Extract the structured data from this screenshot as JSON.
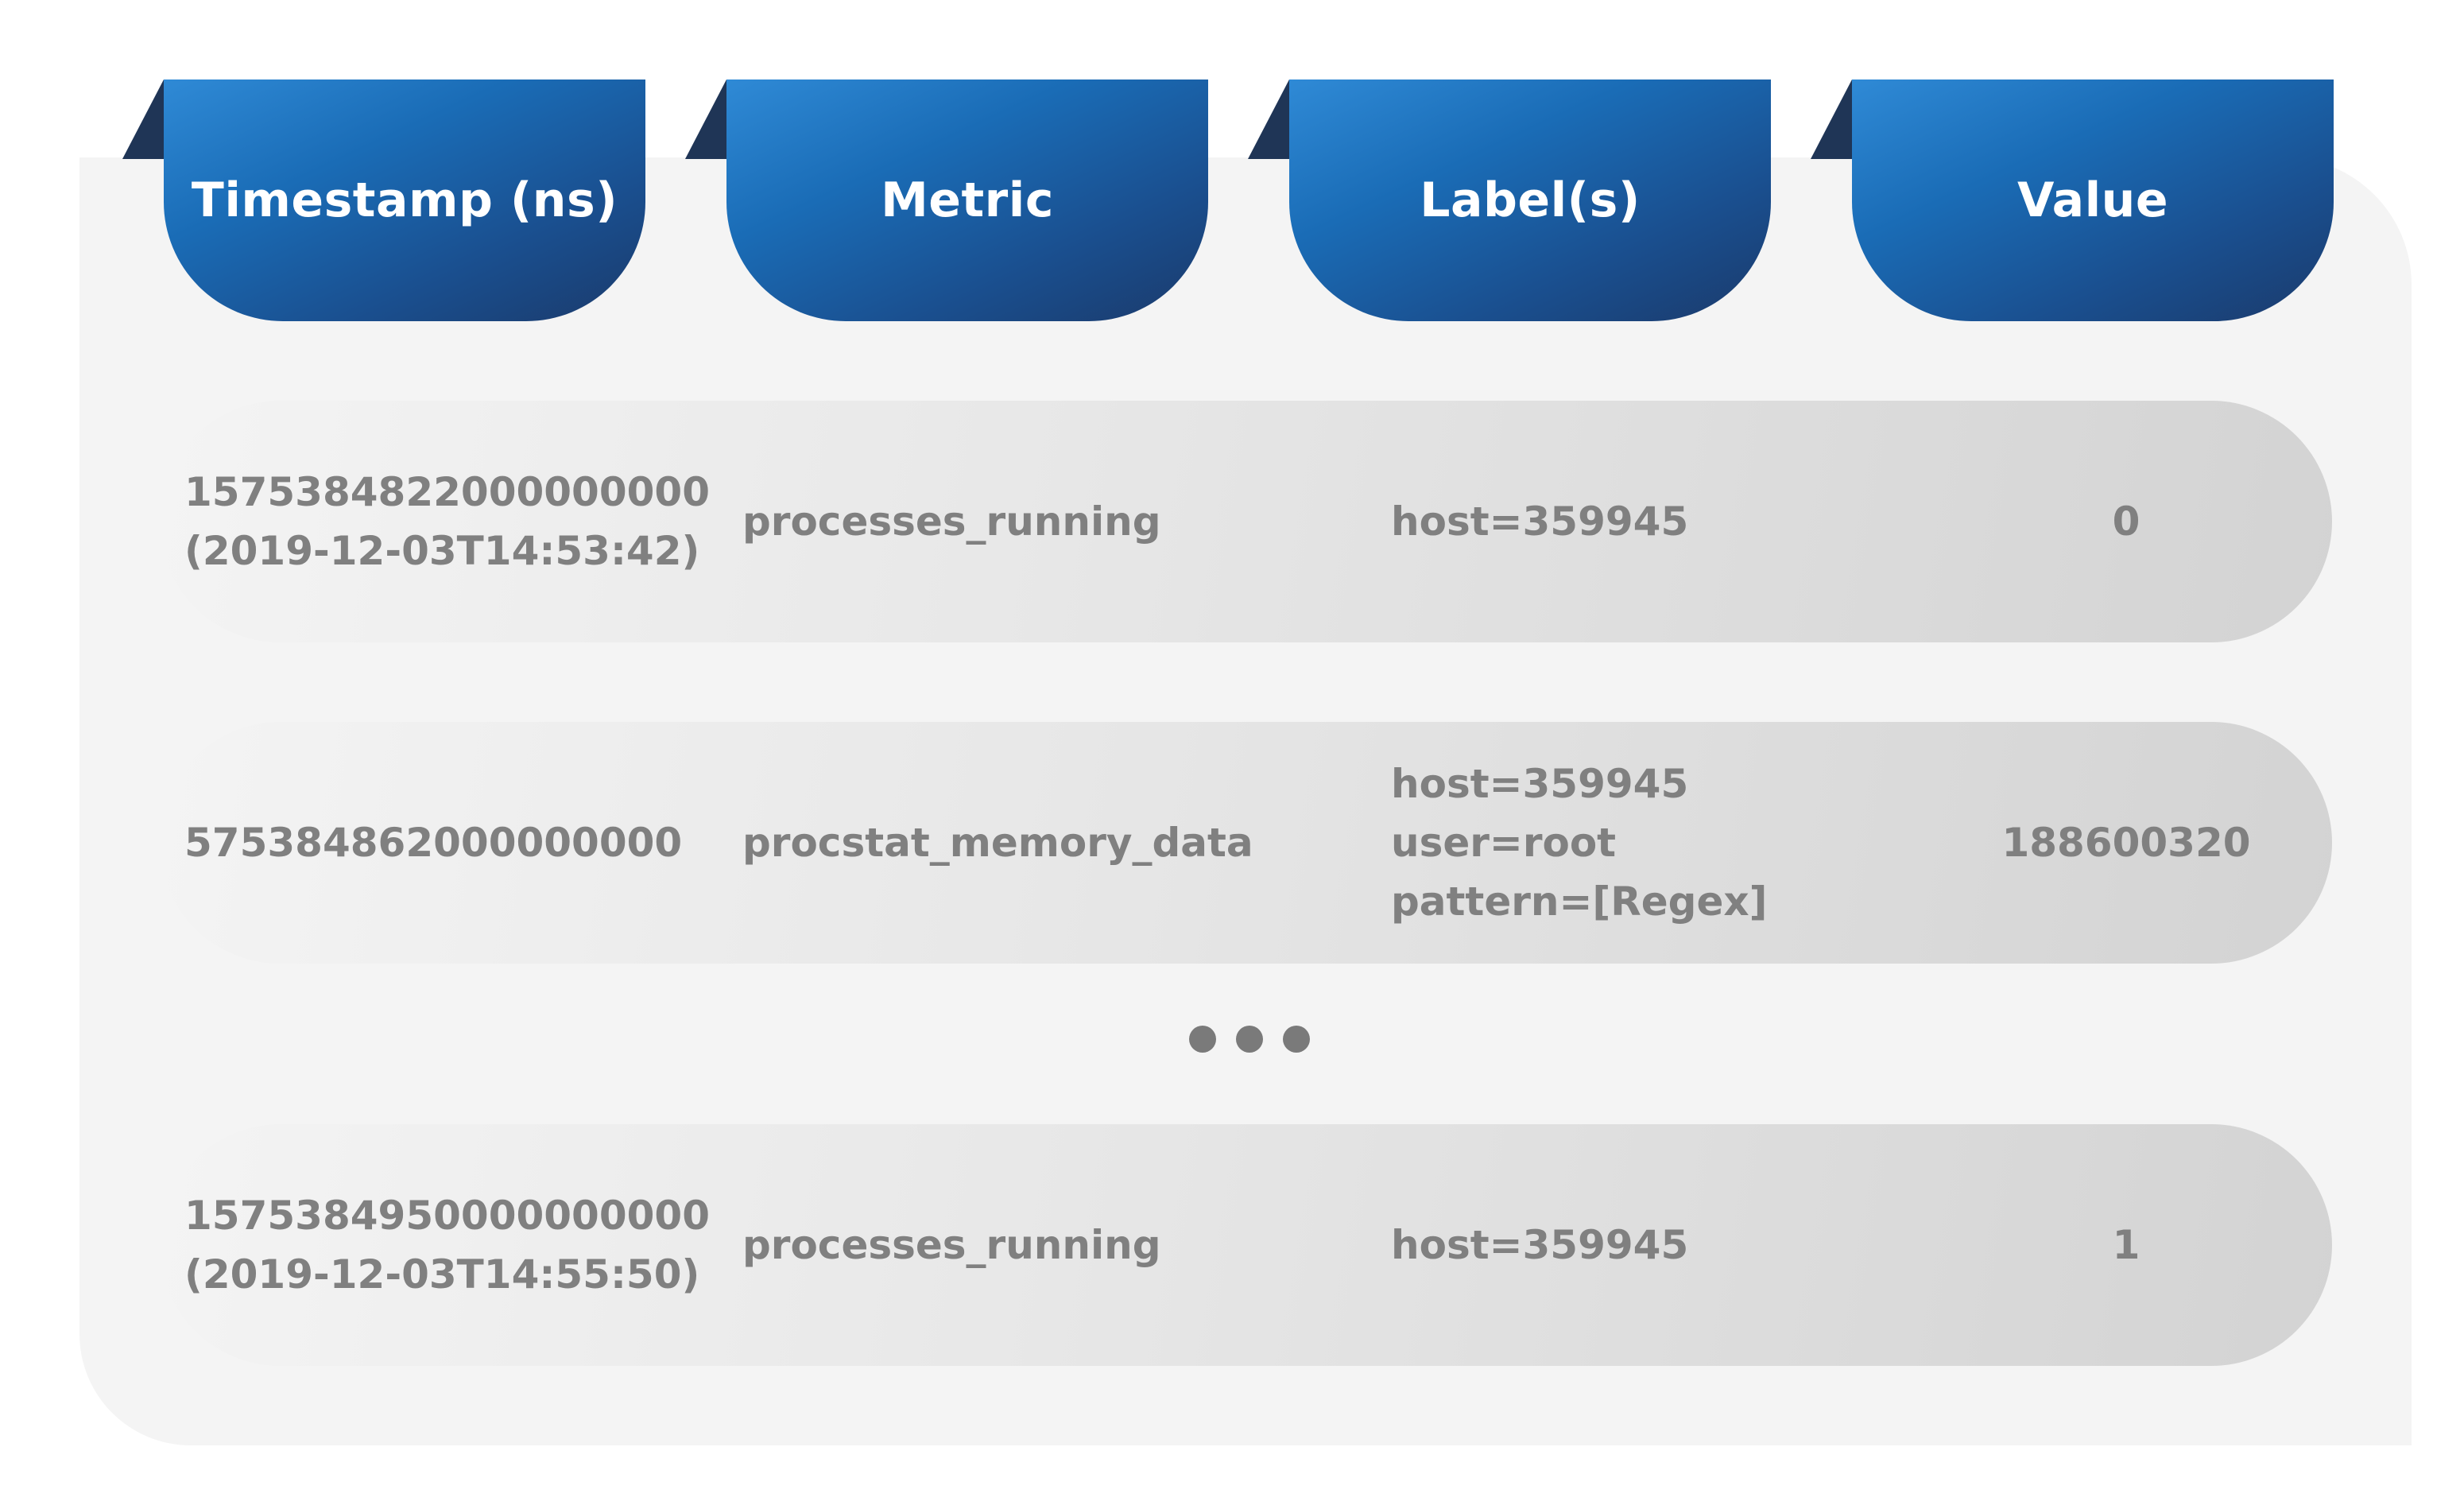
{
  "headers": [
    "Timestamp (ns)",
    "Metric",
    "Label(s)",
    "Value"
  ],
  "rows": [
    {
      "timestamp": "1575384822000000000",
      "timestamp_iso": "(2019-12-03T14:53:42)",
      "metric": "processes_running",
      "labels": [
        "host=359945"
      ],
      "value": "0"
    },
    {
      "timestamp": "575384862000000000",
      "timestamp_iso": "",
      "metric": "procstat_memory_data",
      "labels": [
        "host=359945",
        "user=root",
        "pattern=[Regex]"
      ],
      "value": "188600320"
    },
    {
      "timestamp": "1575384950000000000",
      "timestamp_iso": "(2019-12-03T14:55:50)",
      "metric": "processes_running",
      "labels": [
        "host=359945"
      ],
      "value": "1"
    }
  ],
  "colors": {
    "header_light": "#2f8ad6",
    "header_dark": "#1b3a6b",
    "panel": "#f4f4f4",
    "row_text": "#808080"
  }
}
